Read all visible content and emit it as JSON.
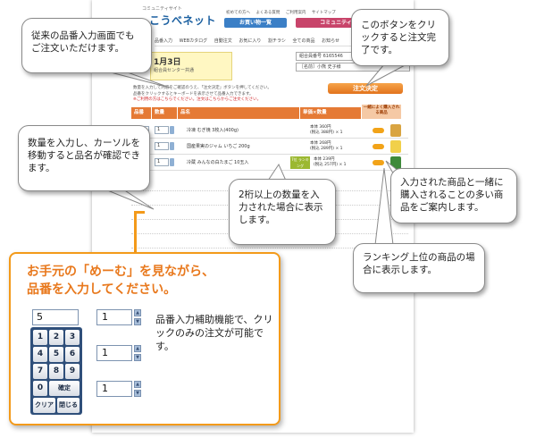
{
  "site": {
    "brand_tag": "コミュニティサイト",
    "brand_name": "こうべネット",
    "top_links": [
      "初めての方へ",
      "よくある質問",
      "ご利用案内",
      "サイトマップ"
    ],
    "nav_blue": "お買い物一覧",
    "nav_pink": "コミュニティ",
    "subnav": [
      "品番入力",
      "WEBカタログ",
      "自動注文",
      "お気に入り",
      "割チラシ",
      "全ての商品",
      "お知らせ"
    ],
    "delivery_date": "1月3日",
    "delivery_sub": "組合員センター共通",
    "member_no": "組合員番号 6165546",
    "member_name": "［名前］小熊 史子様",
    "order_button": "注文決定",
    "instr_1": "数量を入力して内容をご確認のうえ、「注文決定」ボタンを押してください。",
    "instr_2": "品番をクリックするとキーボードを表示させて品番入力できます。",
    "instr_red": "※ご利用の方はこちらでください。注文はこちらからご注文ください。",
    "table_headers": {
      "code": "品番",
      "qty": "数量",
      "name": "品名",
      "price": "単価×数量",
      "recommend": "一緒によく購入される商品"
    },
    "rows": [
      {
        "qty": "1",
        "name": "冷凍 むぎ焼 3枚入(400g)",
        "price_1": "本体 360円",
        "price_2": "(税込 388円) × 1"
      },
      {
        "qty": "1",
        "name": "国産果実のジャム いちご 200g",
        "price_1": "本体 268円",
        "price_2": "(税込 289円) × 1"
      },
      {
        "qty": "1",
        "name": "冷蔵 みんなの白たまご 10玉入",
        "price_1": "本体 239円",
        "price_2": "(税込 257円) × 1",
        "badge": "7位 ランキング"
      }
    ]
  },
  "callouts": {
    "c1": "従来の品番入力画面でもご注文いただけます。",
    "c2": "このボタンをクリックすると注文完了です。",
    "c3": "数量を入力し、カーソルを移動すると品名が確認できます。",
    "c4": "2桁以上の数量を入力された場合に表示します。",
    "c5": "入力された商品と一緒に購入されることの多い商品をご案内します。",
    "c6": "ランキング上位の商品の場合に表示します。"
  },
  "main_callout": {
    "title_1": "お手元の「めーむ」を見ながら、",
    "title_2": "品番を入力してください。",
    "code_value": "5",
    "qty_values": [
      "1",
      "1",
      "1"
    ],
    "keypad": {
      "row1": [
        "1",
        "2",
        "3"
      ],
      "row2": [
        "4",
        "5",
        "6"
      ],
      "row3": [
        "7",
        "8",
        "9"
      ],
      "zero": "0",
      "confirm": "確定",
      "clear": "クリア",
      "close": "閉じる"
    },
    "assist_text": "品番入力補助機能で、クリックのみの注文が可能です。"
  },
  "colors": {
    "accent_orange": "#f39a1a",
    "header_orange": "#e57a35",
    "nav_blue": "#3b7fc6",
    "nav_pink": "#c8446a"
  }
}
